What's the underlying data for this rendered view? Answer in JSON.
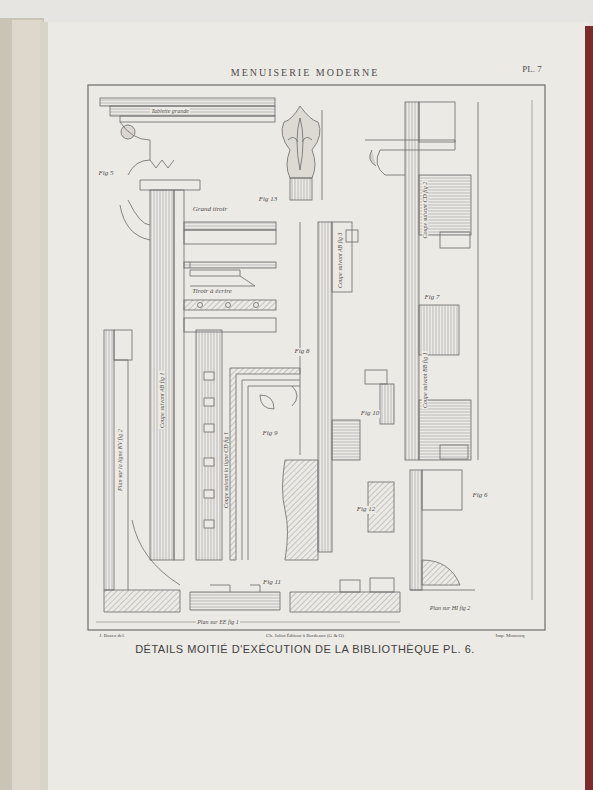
{
  "diagram": {
    "title": "DÉTAILS MOITIÉ D'EXÉCUTION DE LA BIBLIOTHÈQUE PL. 6.",
    "labels": [
      "MENUISERIE MODERNE",
      "PL. 7",
      "Tablette grande",
      "Fig 5",
      "Grand tiroir",
      "Tiroir à écrire",
      "Fig 13",
      "Fig 7",
      "Coupe suivant CD fig 2",
      "Coupe suivant AB fig 3",
      "Coupe suivant BB fig 1",
      "Fig 8",
      "Coupe suivant AB fig 1",
      "Plan sur la ligne KV fig 2",
      "Coupe suivant la ligne CD fig 1",
      "Fig 9",
      "Fig 10",
      "Fig 12",
      "Fig 6",
      "Fig 11",
      "Plan sur EE fig 1",
      "Plan sur HI fig 2",
      "J. Bosco del.",
      "Ch. Juliot Éditeur à Bordeaux (G & O)",
      "Imp. Monrocq"
    ]
  }
}
